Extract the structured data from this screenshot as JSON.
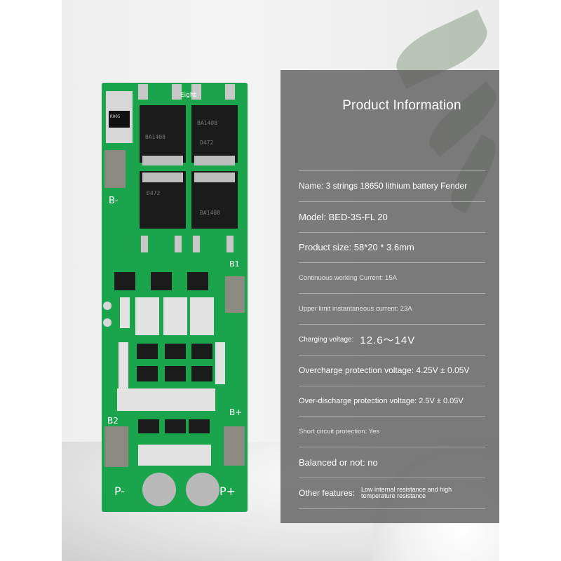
{
  "panel": {
    "title": "Product Information",
    "rows": [
      {
        "text": "Name: 3 strings 18650 lithium battery Fender"
      },
      {
        "text": "Model: BED-3S-FL 20"
      },
      {
        "text": "Product size: 58*20 * 3.6mm"
      },
      {
        "text": "Continuous working Current: 15A"
      },
      {
        "text": "Upper limit instantaneous current: 23A"
      },
      {
        "label": "Charging voltage:",
        "value": "12.6～14V"
      },
      {
        "text": "Overcharge protection voltage: 4.25V ± 0.05V"
      },
      {
        "text": "Over-discharge protection voltage: 2.5V ± 0.05V"
      },
      {
        "text": "Short circuit protection: Yes"
      },
      {
        "text": "Balanced or not: no"
      },
      {
        "label": "Other features:",
        "value": "Low internal resistance and high temperature resistance"
      }
    ]
  },
  "pcb": {
    "silk_top": "Eight",
    "silk_b_minus": "B-",
    "silk_b1": "B1",
    "silk_b2": "B2",
    "silk_b_plus": "B+",
    "silk_p_minus": "P-",
    "silk_p_plus": "P+",
    "chip_marks": [
      "BA1408",
      "D472"
    ],
    "resistor_mark": "R005"
  },
  "colors": {
    "pcb": "#1aa54c",
    "panel": "#606060",
    "pad": "#c8c8c8"
  }
}
